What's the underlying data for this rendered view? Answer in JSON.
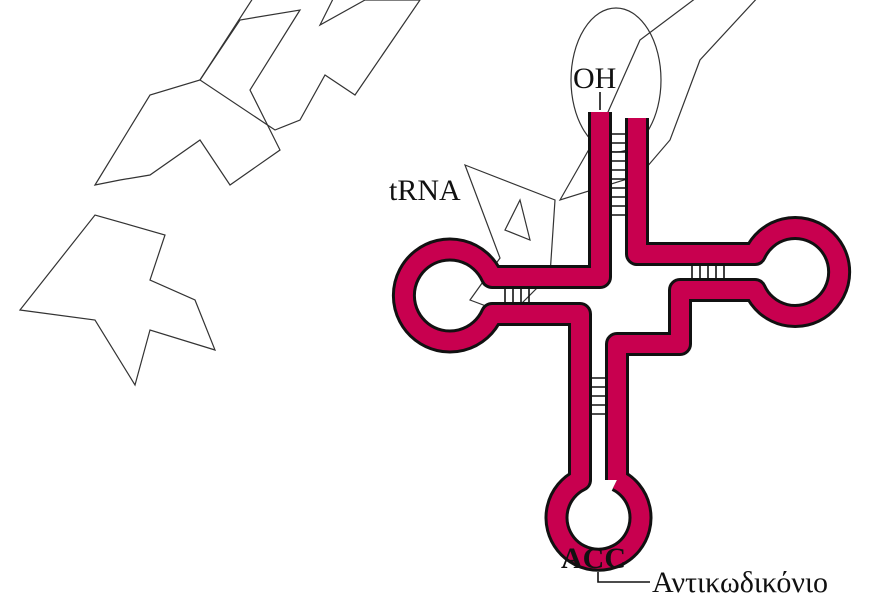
{
  "labels": {
    "three_prime_end": "OH",
    "molecule": "tRNA",
    "anticodon_bases": "ACC",
    "anticodon_term": "Αντικωδικόνιο"
  },
  "watermark": {
    "letters": [
      "Σ",
      "Υ",
      "Ν",
      "Α",
      "Φ"
    ]
  },
  "colors": {
    "strand": "#c8004f",
    "outline": "#111111",
    "watermark": "#333333",
    "background": "#ffffff"
  }
}
